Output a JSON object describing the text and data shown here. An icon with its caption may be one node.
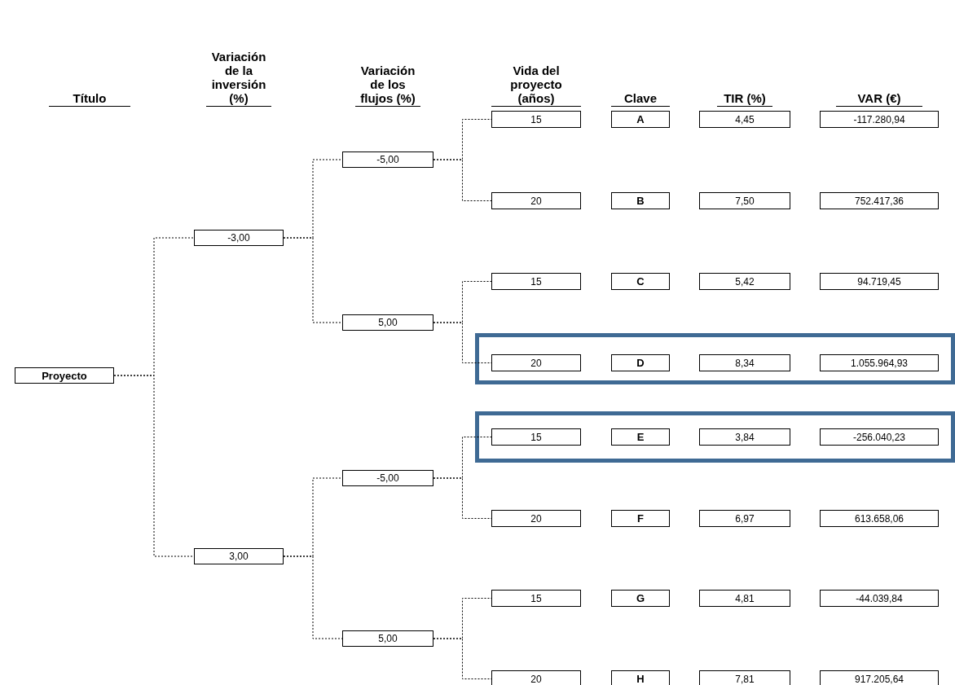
{
  "diagram": {
    "nodes": [
      {
        "text": [
          "Proyecto"
        ]
      },
      {
        "text": [
          "-3,00"
        ]
      },
      {
        "text": [
          "3,00"
        ]
      },
      {
        "text": [
          "-5,00"
        ]
      },
      {
        "text": [
          "5,00"
        ]
      },
      {
        "text": [
          "-5,00"
        ]
      },
      {
        "text": [
          "5,00"
        ]
      },
      {
        "text": [
          "15"
        ]
      },
      {
        "text": [
          "A"
        ]
      },
      {
        "text": [
          "4,45"
        ]
      },
      {
        "text": [
          "-117.280,94"
        ]
      },
      {
        "text": [
          "20"
        ]
      },
      {
        "text": [
          "B"
        ]
      },
      {
        "text": [
          "7,50"
        ]
      },
      {
        "text": [
          "752.417,36"
        ]
      },
      {
        "text": [
          "15"
        ]
      },
      {
        "text": [
          "C"
        ]
      },
      {
        "text": [
          "5,42"
        ]
      },
      {
        "text": [
          "94.719,45"
        ]
      },
      {
        "text": [],
        "shape": "box"
      },
      {
        "text": [
          "20"
        ],
        "in": 19
      },
      {
        "text": [
          "D"
        ],
        "in": 19
      },
      {
        "text": [
          "8,34"
        ],
        "in": 19
      },
      {
        "text": [
          "1.055.964,93"
        ],
        "in": 19
      },
      {
        "text": [],
        "shape": "box"
      },
      {
        "text": [
          "15"
        ],
        "in": 24
      },
      {
        "text": [
          "E"
        ],
        "in": 24
      },
      {
        "text": [
          "3,84"
        ],
        "in": 24
      },
      {
        "text": [
          "-256.040,23"
        ],
        "in": 24
      },
      {
        "text": [
          "20"
        ]
      },
      {
        "text": [
          "F"
        ]
      },
      {
        "text": [
          "6,97"
        ]
      },
      {
        "text": [
          "613.658,06"
        ]
      },
      {
        "text": [
          "15"
        ]
      },
      {
        "text": [
          "G"
        ]
      },
      {
        "text": [
          "4,81"
        ]
      },
      {
        "text": [
          "-44.039,84"
        ]
      },
      {
        "text": [
          "20"
        ]
      },
      {
        "text": [
          "H"
        ]
      },
      {
        "text": [
          "7,81"
        ]
      },
      {
        "text": [
          "917.205,64"
        ]
      }
    ],
    "edges": [
      {
        "from": 0,
        "to": 1,
        "arrow": "none",
        "style": "dashed"
      },
      {
        "from": 0,
        "to": 2,
        "arrow": "none",
        "style": "dashed"
      },
      {
        "from": 1,
        "to": 3,
        "arrow": "none",
        "style": "dashed"
      },
      {
        "from": 1,
        "to": 4,
        "arrow": "none",
        "style": "dashed"
      },
      {
        "from": 2,
        "to": 5,
        "arrow": "none",
        "style": "dashed"
      },
      {
        "from": 2,
        "to": 6,
        "arrow": "none",
        "style": "dashed"
      },
      {
        "from": 3,
        "to": 7,
        "arrow": "none",
        "style": "dashed"
      },
      {
        "from": 3,
        "to": 11,
        "arrow": "none",
        "style": "dashed"
      },
      {
        "from": 4,
        "to": 15,
        "arrow": "none",
        "style": "dashed"
      },
      {
        "from": 4,
        "to": 20,
        "arrow": "none",
        "style": "dashed"
      },
      {
        "from": 5,
        "to": 25,
        "arrow": "none",
        "style": "dashed"
      },
      {
        "from": 5,
        "to": 29,
        "arrow": "none",
        "style": "dashed"
      },
      {
        "from": 6,
        "to": 33,
        "arrow": "none",
        "style": "dashed"
      },
      {
        "from": 6,
        "to": 37,
        "arrow": "none",
        "style": "dashed"
      }
    ],
    "labels": [
      "Título",
      "Variación de la inversión (%)",
      "Variación de los flujos (%)",
      "Vida del proyecto (años)",
      "Clave",
      "TIR (%)",
      "VAR (€)"
    ]
  }
}
